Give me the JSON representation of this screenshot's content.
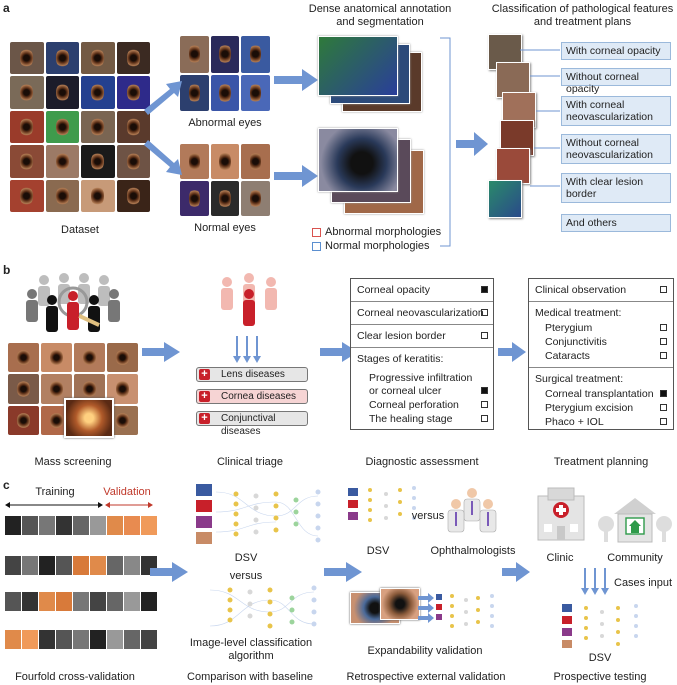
{
  "panel_a": {
    "letter": "a",
    "dataset_label": "Dataset",
    "abnormal_label": "Abnormal eyes",
    "normal_label": "Normal eyes",
    "annotation_title_1": "Dense anatomical annotation",
    "annotation_title_2": "and segmentation",
    "classification_title_1": "Classification of pathological features",
    "classification_title_2": "and treatment plans",
    "legend_abnormal": "Abnormal morphologies",
    "legend_normal": "Normal morphologies",
    "legend_abnormal_color": "#d9534f",
    "legend_normal_color": "#5b8fd0",
    "categories": [
      "With corneal opacity",
      "Without corneal opacity",
      "With corneal\nneovascularization",
      "Without corneal\nneovascularization",
      "With clear lesion\nborder",
      "And others"
    ]
  },
  "panel_b": {
    "letter": "b",
    "stage_labels": [
      "Mass screening",
      "Clinical triage",
      "Diagnostic assessment",
      "Treatment planning"
    ],
    "diseases": [
      "Lens diseases",
      "Cornea diseases",
      "Conjunctival diseases"
    ],
    "diagnostic": {
      "corneal_opacity": "Corneal opacity",
      "corneal_neo": "Corneal neovascularization",
      "clear_border": "Clear lesion border",
      "stages_title": "Stages of keratitis:",
      "stage_1a": "Progressive infiltration",
      "stage_1b": "or corneal ulcer",
      "stage_2": "Corneal perforation",
      "stage_3": "The healing stage"
    },
    "treatment": {
      "observation": "Clinical observation",
      "medical_title": "Medical treatment:",
      "medical": [
        "Pterygium",
        "Conjunctivitis",
        "Cataracts"
      ],
      "surgical_title": "Surgical treatment:",
      "surgical": [
        "Corneal transplantation",
        "Pterygium excision",
        "Phaco + IOL"
      ]
    },
    "accent_red": "#c8202a",
    "arrow_color": "#6f95d2"
  },
  "panel_c": {
    "letter": "c",
    "training_label": "Training",
    "validation_label": "Validation",
    "dsv_label": "DSV",
    "versus_label": "versus",
    "baseline_label_1": "Image-level classification",
    "baseline_label_2": "algorithm",
    "dsv_label_2": "DSV",
    "versus_label_2": "versus",
    "ophthalmologists_label": "Ophthalmologists",
    "expandability_label": "Expandability validation",
    "clinic_label": "Clinic",
    "community_label": "Community",
    "cases_input_label": "Cases input",
    "dsv_label_3": "DSV",
    "stage_labels": [
      "Fourfold cross-validation",
      "Comparison with baseline",
      "Retrospective external validation",
      "Prospective testing"
    ]
  }
}
